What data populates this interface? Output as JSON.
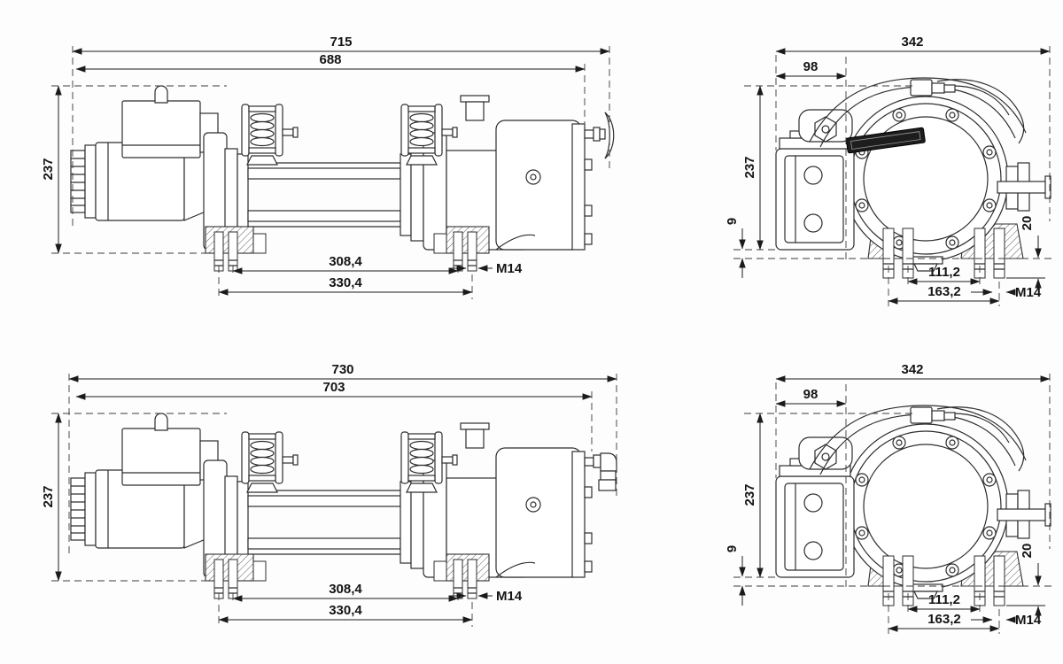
{
  "drawing": {
    "type": "technical-dimension-drawing",
    "views": {
      "top_left": {
        "name": "side-view-variant-1",
        "dims": {
          "overall_length": "715",
          "frame_length": "688",
          "overall_height": "237",
          "mount_hole_spacing_inner": "308,4",
          "mount_hole_spacing_outer": "330,4",
          "mount_thread": "M14"
        }
      },
      "top_right": {
        "name": "end-view-variant-1",
        "dims": {
          "overall_width": "342",
          "motor_offset": "98",
          "overall_height": "237",
          "base_offset": "9",
          "stud_length": "20",
          "mount_hole_spacing_inner": "111,2",
          "mount_hole_spacing_outer": "163,2",
          "mount_thread": "M14"
        }
      },
      "bottom_left": {
        "name": "side-view-variant-2",
        "dims": {
          "overall_length": "730",
          "frame_length": "703",
          "overall_height": "237",
          "mount_hole_spacing_inner": "308,4",
          "mount_hole_spacing_outer": "330,4",
          "mount_thread": "M14"
        }
      },
      "bottom_right": {
        "name": "end-view-variant-2",
        "dims": {
          "overall_width": "342",
          "motor_offset": "98",
          "overall_height": "237",
          "base_offset": "9",
          "stud_length": "20",
          "mount_hole_spacing_inner": "111,2",
          "mount_hole_spacing_outer": "163,2",
          "mount_thread": "M14"
        }
      }
    },
    "colors": {
      "line": "#2e2e2e",
      "dimension": "#1b1b1b",
      "background": "#fdfdfd",
      "nameplate": "#1d1d1d"
    }
  }
}
